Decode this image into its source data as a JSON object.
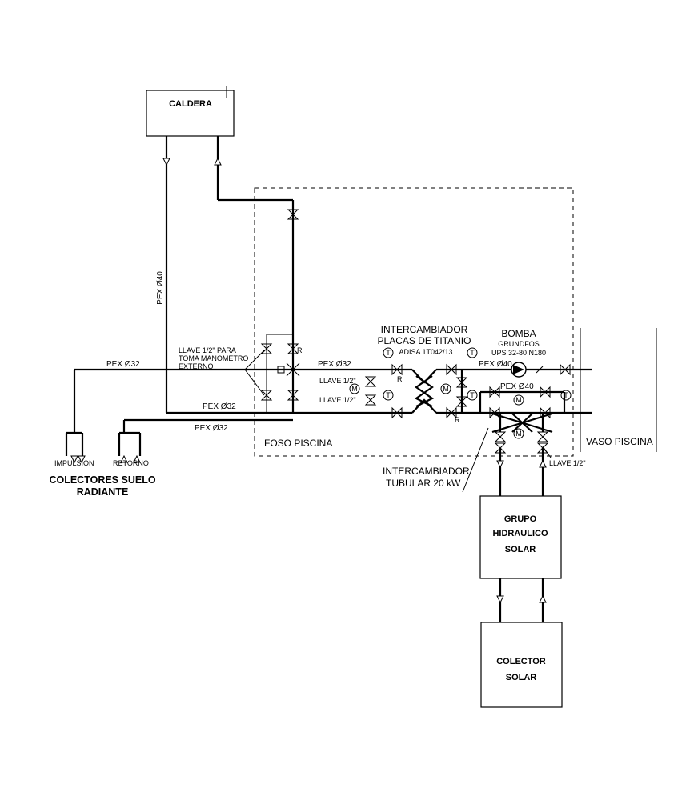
{
  "boxes": {
    "caldera": "CALDERA",
    "grupo": [
      "GRUPO",
      "HIDRAULICO",
      "SOLAR"
    ],
    "colector": [
      "COLECTOR",
      "SOLAR"
    ]
  },
  "zones": {
    "foso": "FOSO PISCINA",
    "vaso": "VASO PISCINA"
  },
  "pipes": {
    "pex40_vertical": "PEX Ø40",
    "pex32_left": "PEX Ø32",
    "pex32_mid": "PEX Ø32",
    "pex32_bottom": "PEX Ø32",
    "pex32_right": "PEX Ø32",
    "pex40_right": "PEX Ø40",
    "pex40_lower": "PEX Ø40"
  },
  "labels": {
    "llave_manometro": [
      "LLAVE 1/2\" PARA",
      "TOMA MANOMETRO",
      "EXTERNO"
    ],
    "llave_half_a": "LLAVE 1/2\"",
    "llave_half_b": "LLAVE 1/2\"",
    "llave_half_c": "LLAVE 1/2\"",
    "intercambiador_placas": [
      "INTERCAMBIADOR",
      "PLACAS DE TITANIO",
      "ADISA 1T042/13"
    ],
    "bomba": [
      "BOMBA",
      "GRUNDFOS",
      "UPS 32-80 N180"
    ],
    "intercambiador_tubular": [
      "INTERCAMBIADOR",
      "TUBULAR 20 kW"
    ],
    "impulsion": "IMPULSION",
    "retorno": "RETORNO",
    "colectores": [
      "COLECTORES SUELO",
      "RADIANTE"
    ]
  },
  "symbols": {
    "thermometer": "T",
    "motor": "M",
    "regulator": "R"
  }
}
